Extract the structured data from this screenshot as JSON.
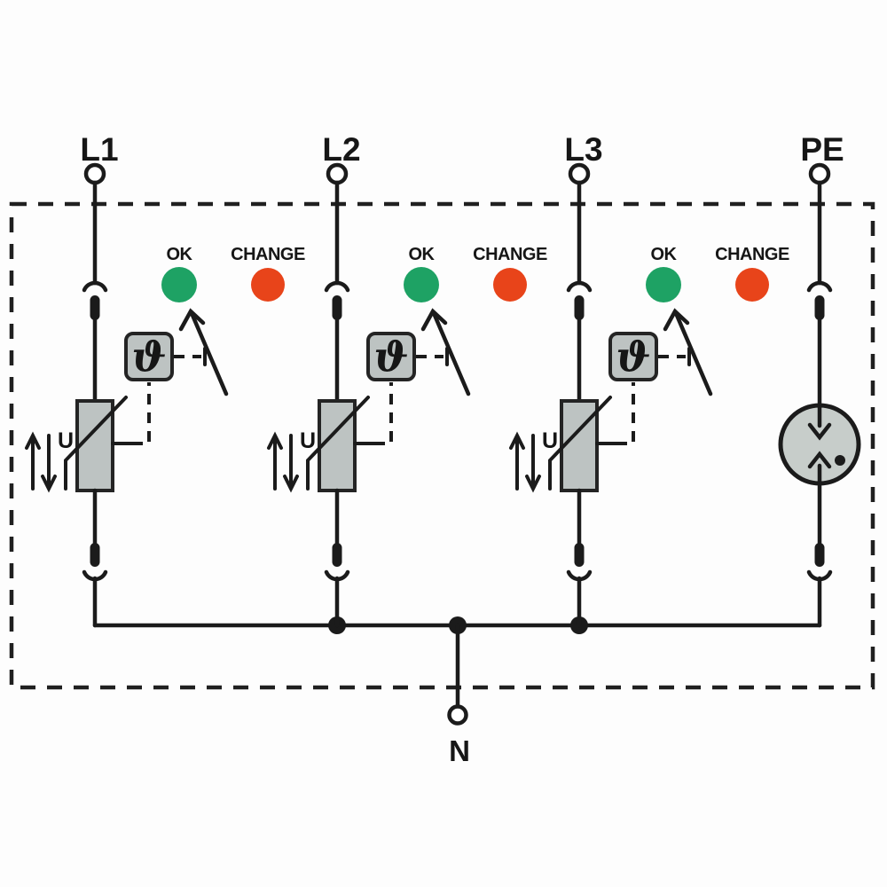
{
  "phases": [
    {
      "label": "L1",
      "ok_label": "OK",
      "change_label": "CHANGE"
    },
    {
      "label": "L2",
      "ok_label": "OK",
      "change_label": "CHANGE"
    },
    {
      "label": "L3",
      "ok_label": "OK",
      "change_label": "CHANGE"
    }
  ],
  "pe": {
    "label": "PE"
  },
  "neutral": {
    "label": "N"
  },
  "varistor": {
    "voltage_label": "U"
  },
  "thermal_disconnect": {
    "symbol": "ϑ"
  },
  "leds": {
    "ok_color": "#1ea264",
    "change_color": "#e8441a"
  },
  "colors": {
    "line": "#1b1b1b",
    "component_fill": "#bdc3c2",
    "gdt_fill": "#c7cdca",
    "background": "#fdfdfd"
  }
}
